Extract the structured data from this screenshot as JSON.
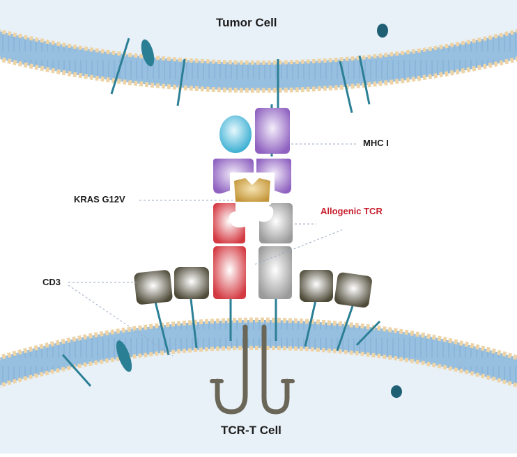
{
  "labels": {
    "tumor_cell": "Tumor Cell",
    "tcr_t_cell": "TCR-T Cell",
    "mhc": "MHC I",
    "kras": "KRAS G12V",
    "allogenic_tcr": "Allogenic TCR",
    "cd3": "CD3"
  },
  "colors": {
    "cell_interior": "#e9f1f8",
    "lipid_band": "#8fb8dc",
    "lipid_head": "#ecd4a8",
    "channel_teal": "#2b7f95",
    "mhc_purple": "#9b72c8",
    "beta2m_cyan": "#5fc3e0",
    "peptide_gold": "#d1a64a",
    "tcr_red": "#d8484c",
    "tcr_gray": "#a8a8a8",
    "cd3_dark": "#55513f",
    "allogenic_label_red": "#c8202f"
  }
}
